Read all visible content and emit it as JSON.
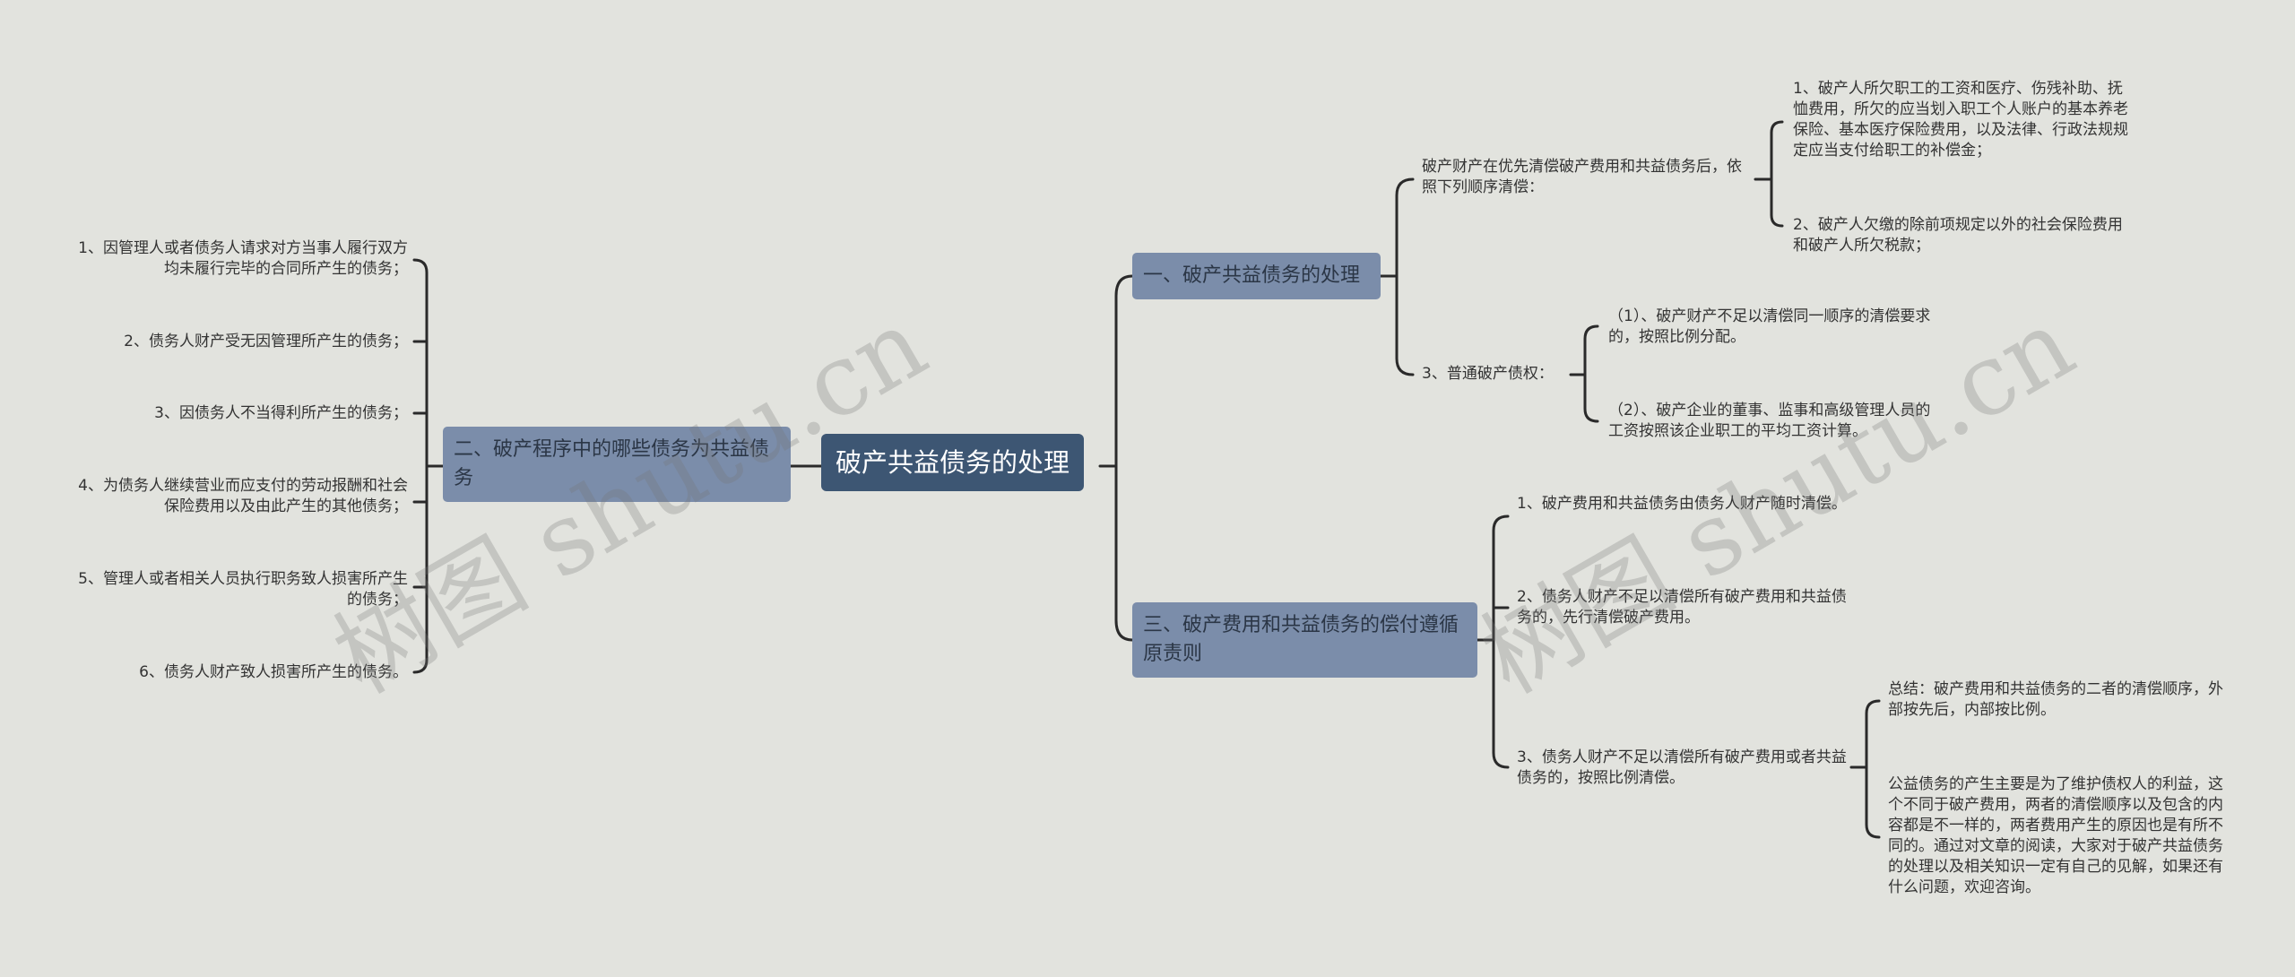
{
  "root": {
    "label": "破产共益债务的处理"
  },
  "branches": {
    "b1": "一、破产共益债务的处理",
    "b2": "二、破产程序中的哪些债务为共益债务",
    "b3": "三、破产费用和共益债务的偿付遵循原责则"
  },
  "b1_children": {
    "c1": "破产财产在优先清偿破产费用和共益债务后，依照下列顺序清偿：",
    "c1_items": [
      "1、破产人所欠职工的工资和医疗、伤残补助、抚恤费用，所欠的应当划入职工个人账户的基本养老保险、基本医疗保险费用，以及法律、行政法规规定应当支付给职工的补偿金；",
      "2、破产人欠缴的除前项规定以外的社会保险费用和破产人所欠税款；"
    ],
    "c2": "3、普通破产债权：",
    "c2_items": [
      "（1）、破产财产不足以清偿同一顺序的清偿要求的，按照比例分配。",
      "（2）、破产企业的董事、监事和高级管理人员的工资按照该企业职工的平均工资计算。"
    ]
  },
  "b2_children": [
    "1、因管理人或者债务人请求对方当事人履行双方均未履行完毕的合同所产生的债务；",
    "2、债务人财产受无因管理所产生的债务；",
    "3、因债务人不当得利所产生的债务；",
    "4、为债务人继续营业而应支付的劳动报酬和社会保险费用以及由此产生的其他债务；",
    "5、管理人或者相关人员执行职务致人损害所产生的债务；",
    "6、债务人财产致人损害所产生的债务。"
  ],
  "b3_children": {
    "items": [
      "1、破产费用和共益债务由债务人财产随时清偿。",
      "2、债务人财产不足以清偿所有破产费用和共益债务的，先行清偿破产费用。",
      "3、债务人财产不足以清偿所有破产费用或者共益债务的，按照比例清偿。"
    ],
    "sub_items": [
      "总结：破产费用和共益债务的二者的清偿顺序，外部按先后，内部按比例。",
      "公益债务的产生主要是为了维护债权人的利益，这个不同于破产费用，两者的清偿顺序以及包含的内容都是不一样的，两者费用产生的原因也是有所不同的。通过对文章的阅读，大家对于破产共益债务的处理以及相关知识一定有自己的见解，如果还有什么问题，欢迎咨询。"
    ]
  },
  "watermark": [
    "树图 shutu.cn",
    "树图 shutu.cn"
  ]
}
